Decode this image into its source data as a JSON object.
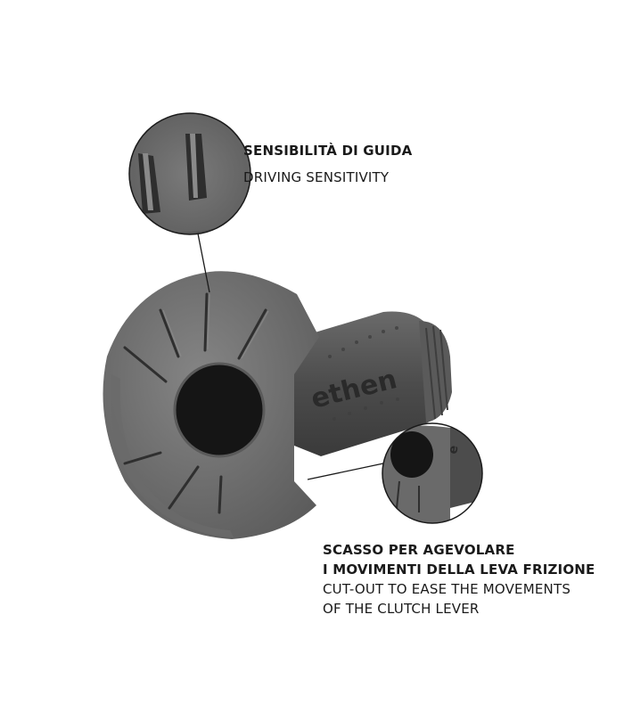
{
  "callout_top": {
    "title_it": "SENSIBILITÀ DI GUIDA",
    "title_en": "DRIVING SENSITIVITY"
  },
  "callout_bottom": {
    "title_it_line1": "SCASSO PER AGEVOLARE",
    "title_it_line2": "I MOVIMENTI DELLA LEVA FRIZIONE",
    "title_en_line1": "CUT-OUT TO EASE THE MOVEMENTS",
    "title_en_line2": "OF THE CLUTCH LEVER"
  },
  "product": {
    "grip_logo": "ethen"
  },
  "colors": {
    "grip": "#6f6f6f",
    "grip_dark": "#4a4a4a",
    "bore": "#141414",
    "text": "#1a1a1a"
  }
}
